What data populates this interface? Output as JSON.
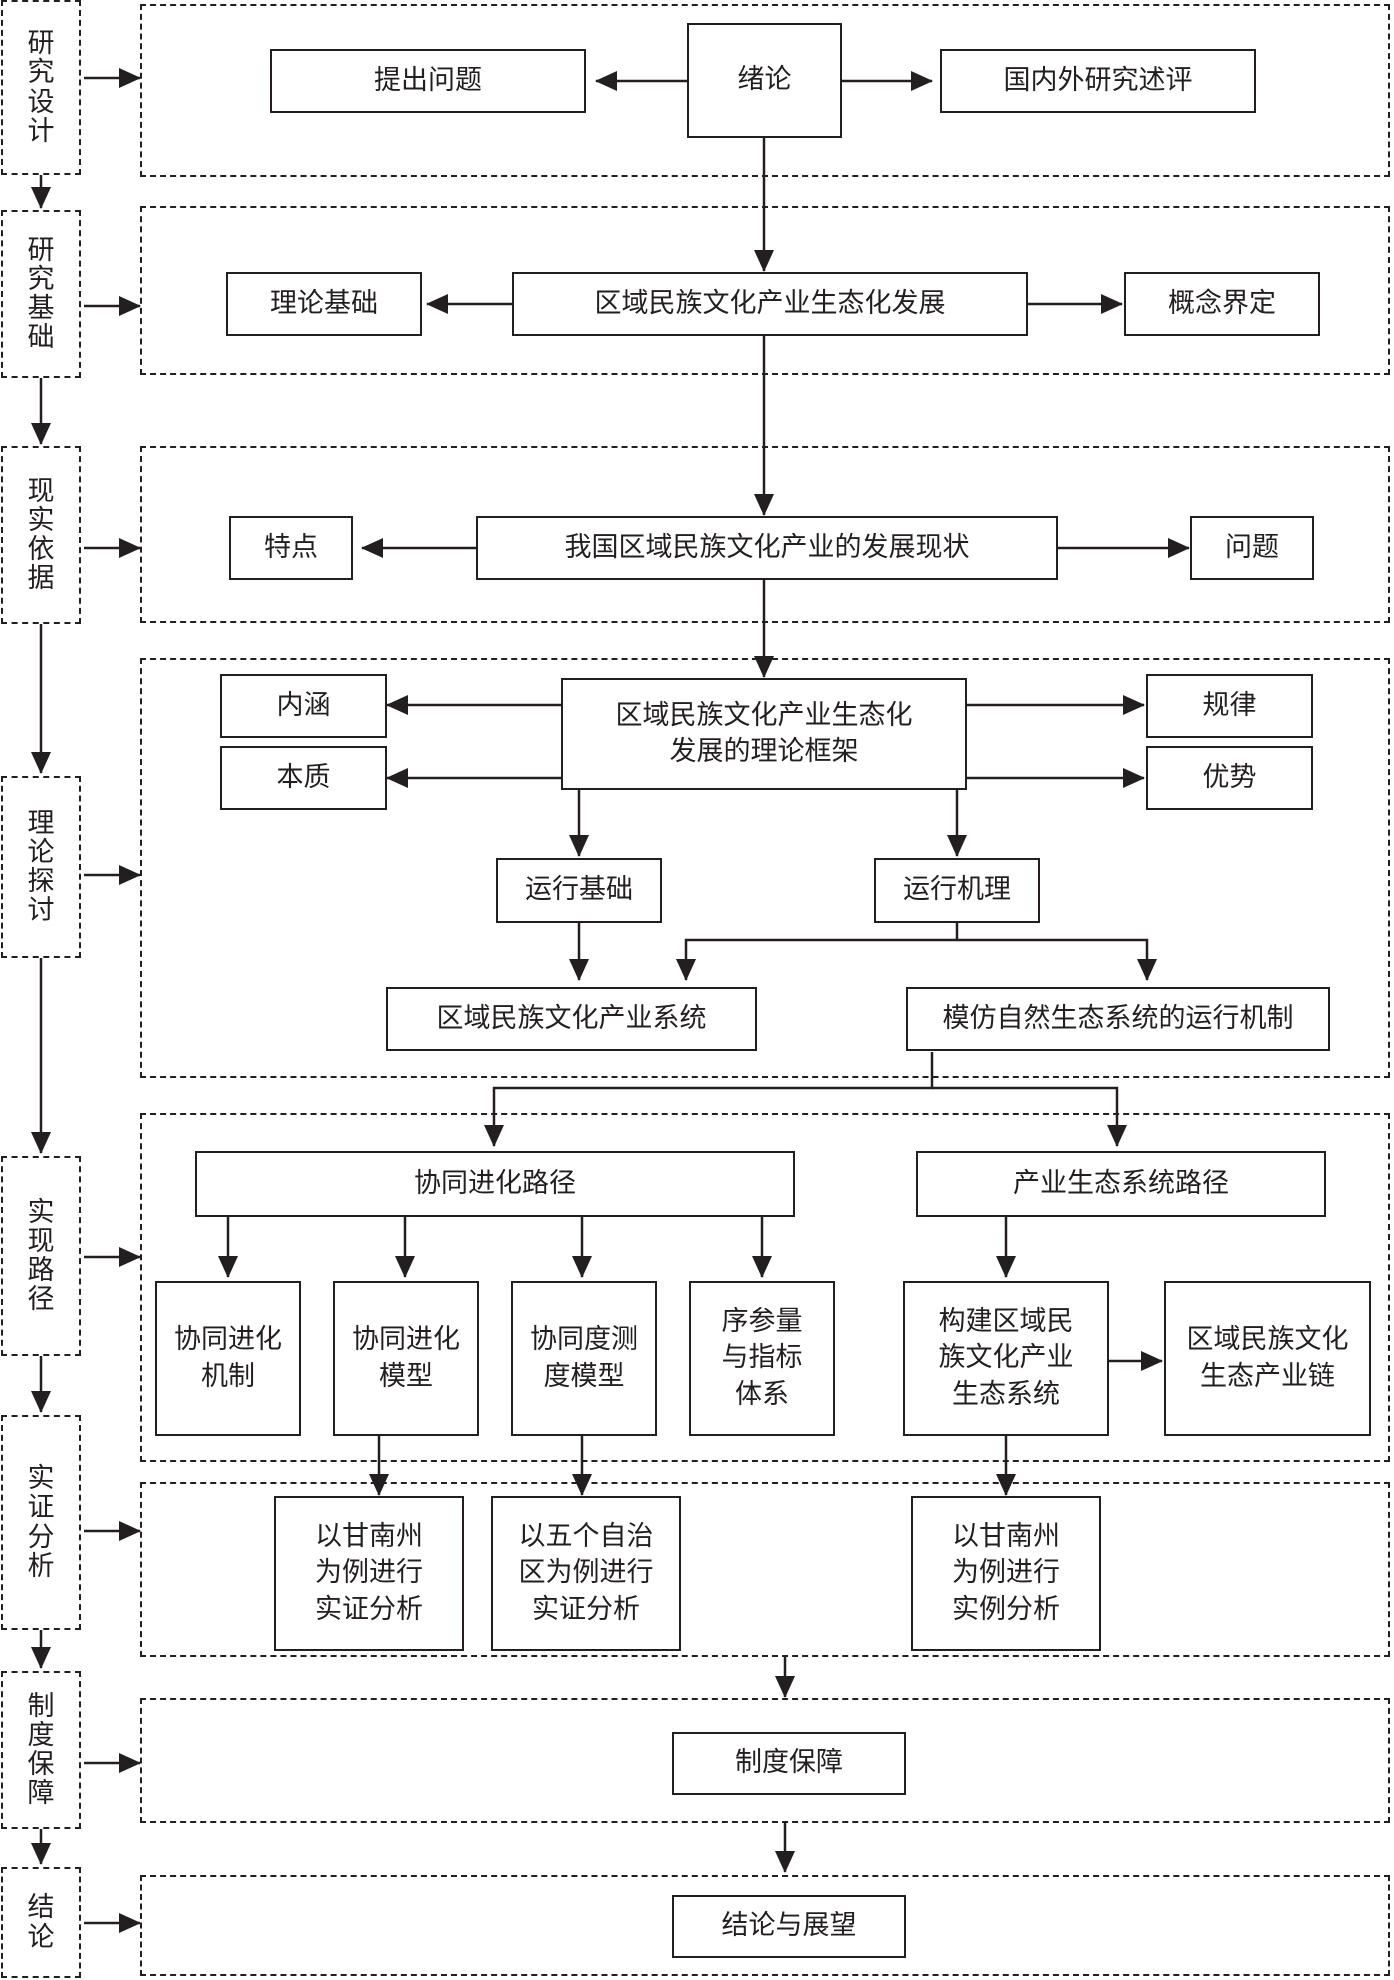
{
  "side_labels": {
    "research_design": "研\n究\n设\n计",
    "research_basis": "研\n究\n基\n础",
    "practical_basis": "现\n实\n依\n据",
    "theory_discussion": "理\n论\n探\n讨",
    "implementation_path": "实\n现\n路\n径",
    "empirical_analysis": "实\n证\n分\n析",
    "institutional_guarantee": "制\n度\n保\n障",
    "conclusion": "结\n论"
  },
  "nodes": {
    "introduction": "绪论",
    "raise_problem": "提出问题",
    "literature_review": "国内外研究述评",
    "eco_development": "区域民族文化产业生态化发展",
    "theory_basis": "理论基础",
    "concept_definition": "概念界定",
    "current_status": "我国区域民族文化产业的发展现状",
    "features": "特点",
    "problems": "问题",
    "theory_framework": "区域民族文化产业生态化\n发展的理论框架",
    "connotation": "内涵",
    "essence": "本质",
    "laws": "规律",
    "advantages": "优势",
    "operation_basis": "运行基础",
    "operation_mechanism": "运行机理",
    "industry_system": "区域民族文化产业系统",
    "imitate_mechanism": "模仿自然生态系统的运行机制",
    "synergy_path": "协同进化路径",
    "eco_system_path": "产业生态系统路径",
    "synergy_mechanism": "协同进化\n机制",
    "synergy_model": "协同进化\n模型",
    "synergy_degree_model": "协同度测\n度模型",
    "order_parameter": "序参量\n与指标\n体系",
    "build_eco_system": "构建区域民\n族文化产业\n生态系统",
    "eco_industry_chain": "区域民族文化\n生态产业链",
    "gannan_empirical": "以甘南州\n为例进行\n实证分析",
    "five_regions_empirical": "以五个自治\n区为例进行\n实证分析",
    "gannan_case": "以甘南州\n为例进行\n实例分析",
    "institutional_guarantee": "制度保障",
    "conclusion_outlook": "结论与展望"
  }
}
